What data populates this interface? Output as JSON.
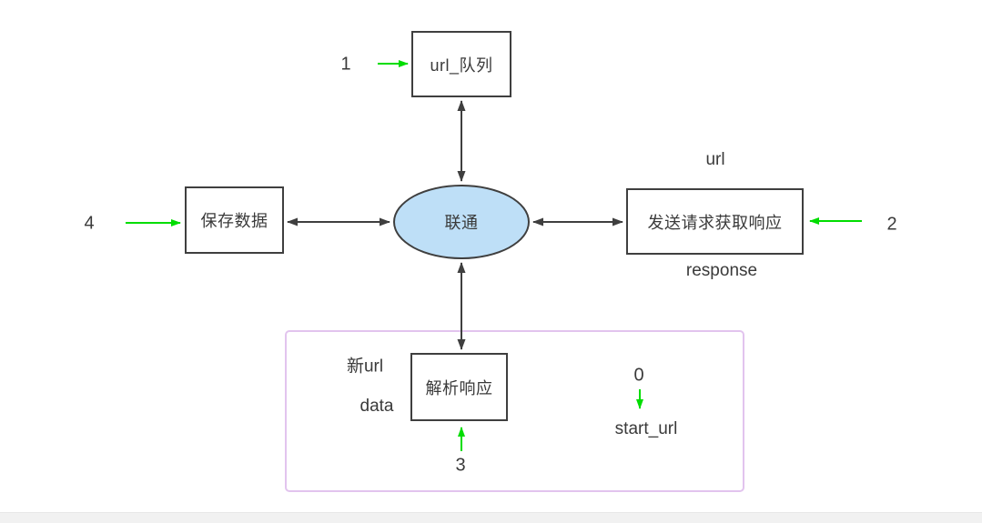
{
  "diagram": {
    "nodes": {
      "queue": {
        "label": "url_队列"
      },
      "hub": {
        "label": "联通"
      },
      "save": {
        "label": "保存数据"
      },
      "request": {
        "label": "发送请求获取响应"
      },
      "parse": {
        "label": "解析响应"
      }
    },
    "annotations": {
      "step1": "1",
      "step2": "2",
      "step3": "3",
      "step4": "4",
      "step0": "0",
      "url": "url",
      "response": "response",
      "new_url": "新url",
      "data": "data",
      "start_url": "start_url"
    },
    "colors": {
      "hub_fill": "#bedff7",
      "node_border": "#3f3f3f",
      "green_arrow": "#00dd00",
      "group_border": "#e2c4ee",
      "text": "#3a3a3a",
      "bottom_bar": "#f1f1f1"
    }
  }
}
